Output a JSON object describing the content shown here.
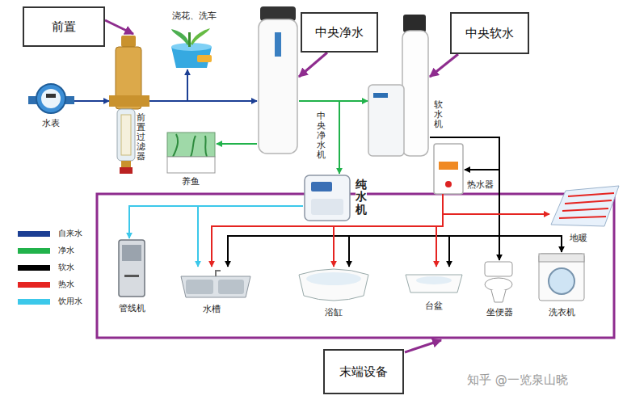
{
  "diagram": {
    "nodes": [
      {
        "text": [
          "前置"
        ]
      },
      {
        "text": [
          "浇花、洗车"
        ]
      },
      {
        "text": [
          "中央净水"
        ]
      },
      {
        "text": [
          "中央软水"
        ]
      },
      {
        "text": [
          "水表"
        ]
      },
      {
        "text": [
          "前置过滤器"
        ]
      },
      {
        "text": [
          "中央净水机"
        ]
      },
      {
        "text": [
          "软水机"
        ]
      },
      {
        "text": [
          "养鱼"
        ]
      },
      {
        "text": [
          "纯水机"
        ]
      },
      {
        "text": [
          "热水器"
        ]
      },
      {
        "text": [
          "地暖"
        ]
      },
      {
        "text": [
          "管线机"
        ]
      },
      {
        "text": [
          "水槽"
        ]
      },
      {
        "text": [
          "浴缸"
        ]
      },
      {
        "text": [
          "台盆"
        ]
      },
      {
        "text": [
          "坐便器"
        ]
      },
      {
        "text": [
          "洗衣机"
        ]
      },
      {
        "text": [
          "末端设备"
        ]
      }
    ],
    "edges": [
      {
        "from": 0,
        "to": 5,
        "arrow": "to"
      },
      {
        "from": 2,
        "to": 6,
        "arrow": "to"
      },
      {
        "from": 3,
        "to": 7,
        "arrow": "to"
      },
      {
        "from": 4,
        "to": 5,
        "arrow": "to"
      },
      {
        "from": 5,
        "to": 1,
        "arrow": "to"
      },
      {
        "from": 5,
        "to": 6,
        "arrow": "to"
      },
      {
        "from": 6,
        "to": 7,
        "arrow": "to"
      },
      {
        "from": 6,
        "to": 9,
        "arrow": "to"
      },
      {
        "from": 6,
        "to": 8,
        "arrow": "to"
      },
      {
        "from": 7,
        "to": 10,
        "arrow": "to"
      },
      {
        "from": 7,
        "to": 13,
        "arrow": "to"
      },
      {
        "from": 7,
        "to": 14,
        "arrow": "to"
      },
      {
        "from": 7,
        "to": 15,
        "arrow": "to"
      },
      {
        "from": 7,
        "to": 16,
        "arrow": "to"
      },
      {
        "from": 7,
        "to": 17,
        "arrow": "to"
      },
      {
        "from": 10,
        "to": 11,
        "arrow": "to"
      },
      {
        "from": 10,
        "to": 13,
        "arrow": "to"
      },
      {
        "from": 10,
        "to": 14,
        "arrow": "to"
      },
      {
        "from": 10,
        "to": 15,
        "arrow": "to"
      },
      {
        "from": 9,
        "to": 12,
        "arrow": "to"
      },
      {
        "from": 9,
        "to": 13,
        "arrow": "to"
      }
    ],
    "labels": [
      "知乎 @一览泉山晓"
    ],
    "legend": [
      {
        "text": "自来水",
        "color": "#1c3f94"
      },
      {
        "text": "净水",
        "color": "#21b24b"
      },
      {
        "text": "软水",
        "color": "#000000"
      },
      {
        "text": "热水",
        "color": "#e52421"
      },
      {
        "text": "饮用水",
        "color": "#3cc8ea"
      }
    ]
  }
}
